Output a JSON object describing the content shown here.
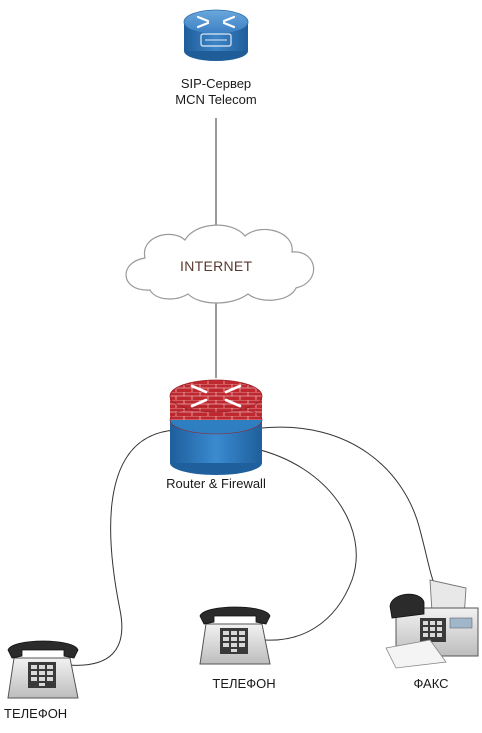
{
  "sip_server": {
    "label_line1": "SIP-Сервер",
    "label_line2": "MCN Telecom"
  },
  "internet": {
    "label": "INTERNET"
  },
  "router": {
    "label": "Router & Firewall"
  },
  "phone_left": {
    "label": "ТЕЛЕФОН"
  },
  "phone_middle": {
    "label": "ТЕЛЕФОН"
  },
  "fax": {
    "label": "ФАКС"
  },
  "colors": {
    "sip_blue": "#2e6fb3",
    "router_red": "#c0282f",
    "router_blue": "#2d7fc1",
    "cloud_outline": "#9a9a9a",
    "line": "#333333"
  }
}
